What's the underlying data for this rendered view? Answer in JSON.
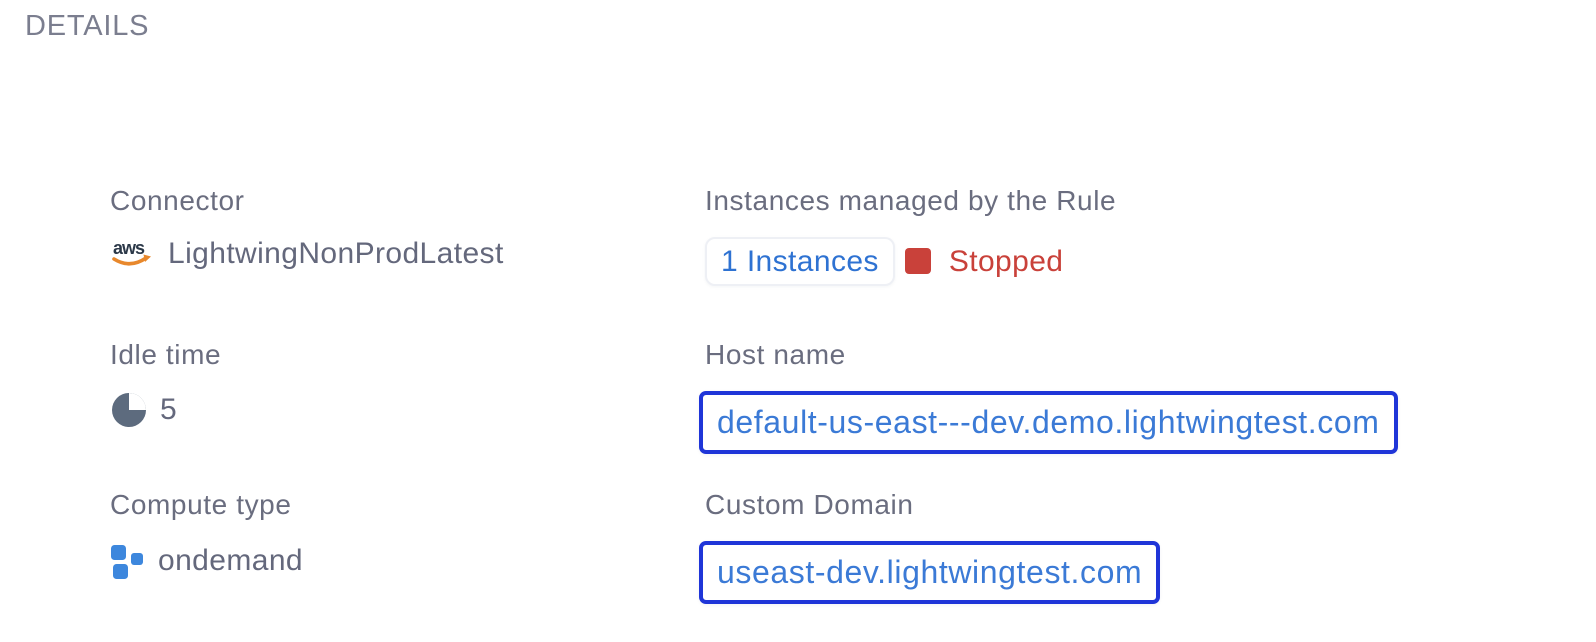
{
  "header": {
    "title": "DETAILS"
  },
  "icons": {
    "aws_text": "aws",
    "aws_icon": "aws-connector-icon",
    "idle_icon": "pie-time-icon",
    "compute_icon": "compute-squares-icon",
    "status_icon": "stopped-square-icon"
  },
  "fields": {
    "connector": {
      "label": "Connector",
      "value": "LightwingNonProdLatest"
    },
    "instances": {
      "label": "Instances managed by the Rule",
      "count": "1 Instances",
      "status": "Stopped"
    },
    "idle_time": {
      "label": "Idle time",
      "value": "5"
    },
    "host_name": {
      "label": "Host name",
      "value": "default-us-east---dev.demo.lightwingtest.com"
    },
    "compute_type": {
      "label": "Compute type",
      "value": "ondemand"
    },
    "custom_domain": {
      "label": "Custom Domain",
      "value": "useast-dev.lightwingtest.com"
    }
  },
  "colors": {
    "title_gray": "#7b7e8f",
    "label_gray": "#6a6d7f",
    "value_gray": "#64687c",
    "link_blue": "#2e72d2",
    "host_text_blue": "#3b7ad6",
    "box_border_blue": "#1f35d8",
    "status_red": "#c9413a",
    "idle_icon_slate": "#5d6b7e",
    "compute_icon_blue": "#3d87dd",
    "aws_dark": "#2b3848",
    "aws_orange": "#e8882c"
  }
}
